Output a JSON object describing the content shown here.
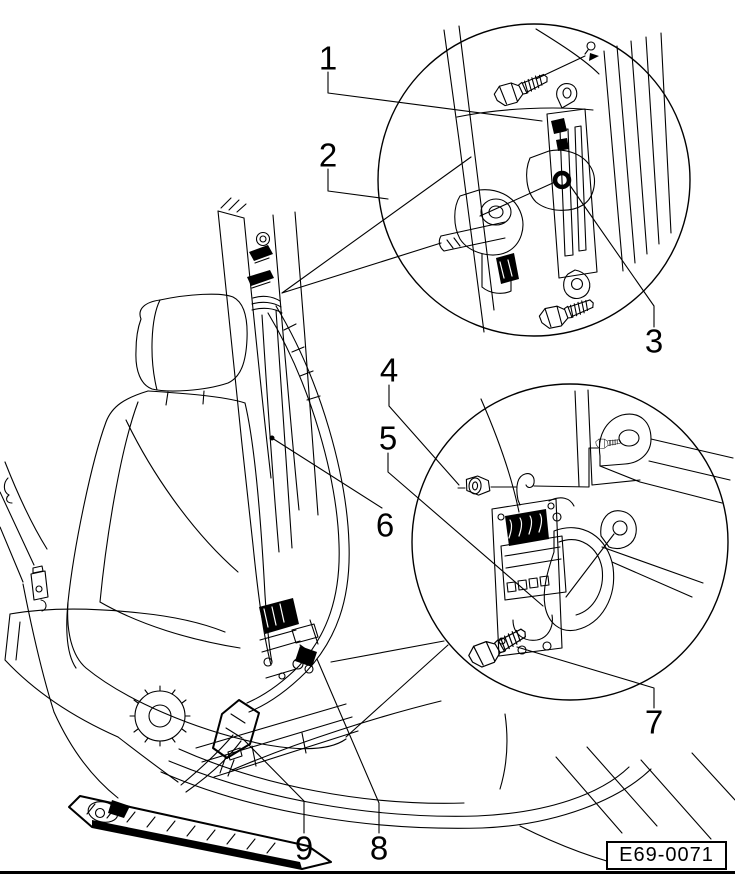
{
  "figure": {
    "callouts": [
      {
        "label": "1"
      },
      {
        "label": "2"
      },
      {
        "label": "3"
      },
      {
        "label": "4"
      },
      {
        "label": "5"
      },
      {
        "label": "6"
      },
      {
        "label": "7"
      },
      {
        "label": "8"
      },
      {
        "label": "9"
      }
    ],
    "ref_code": "E69-0071",
    "colors": {
      "line": "#000000",
      "background": "#ffffff"
    }
  }
}
